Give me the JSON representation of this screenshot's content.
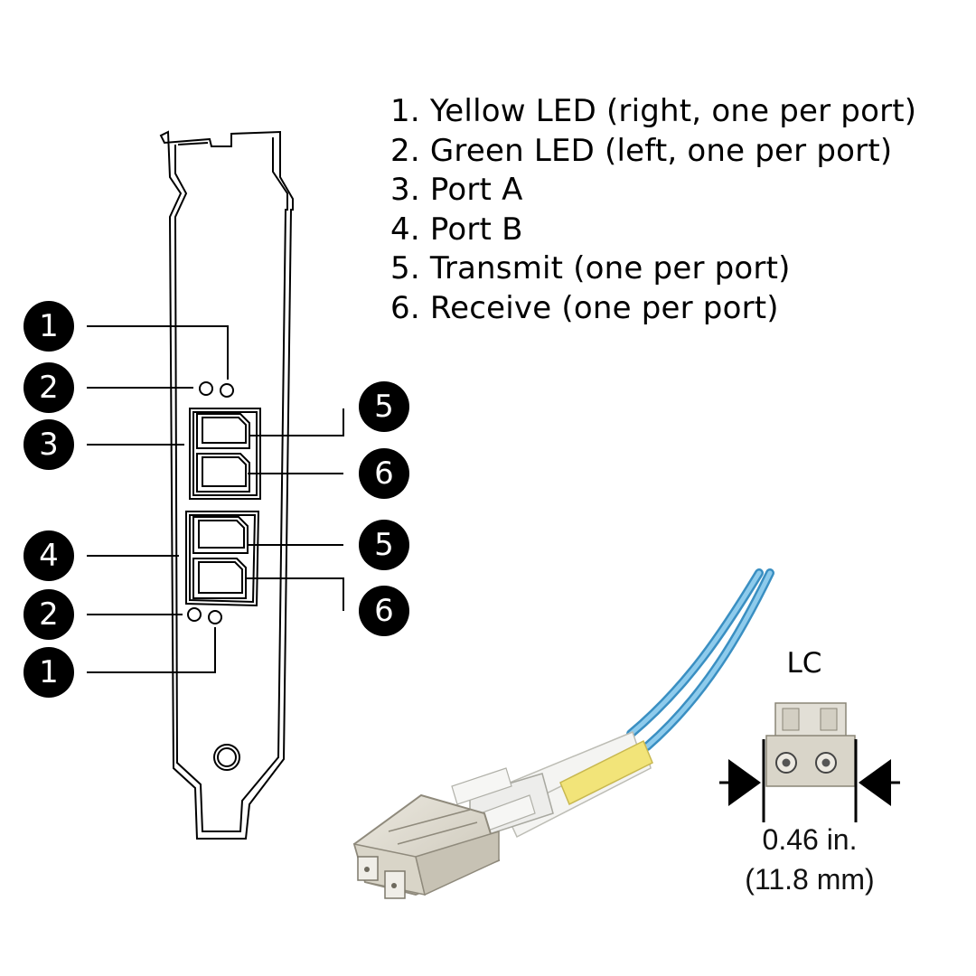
{
  "legend": [
    {
      "num": "1",
      "text": "Yellow LED (right, one per port)"
    },
    {
      "num": "2",
      "text": "Green LED (left, one per port)"
    },
    {
      "num": "3",
      "text": "Port A"
    },
    {
      "num": "4",
      "text": "Port B"
    },
    {
      "num": "5",
      "text": "Transmit (one per port)"
    },
    {
      "num": "6",
      "text": "Receive (one per port)"
    }
  ],
  "callouts": {
    "left": [
      "1",
      "2",
      "3",
      "4",
      "2",
      "1"
    ],
    "right": [
      "5",
      "6",
      "5",
      "6"
    ]
  },
  "connector": {
    "label": "LC",
    "width_in": "0.46 in.",
    "width_mm": "(11.8 mm)"
  },
  "colors": {
    "callout_fill": "#000000",
    "cable_blue": "#5fb3dd",
    "boot_yellow": "#f2e479",
    "connector_beige": "#dad6ca"
  }
}
